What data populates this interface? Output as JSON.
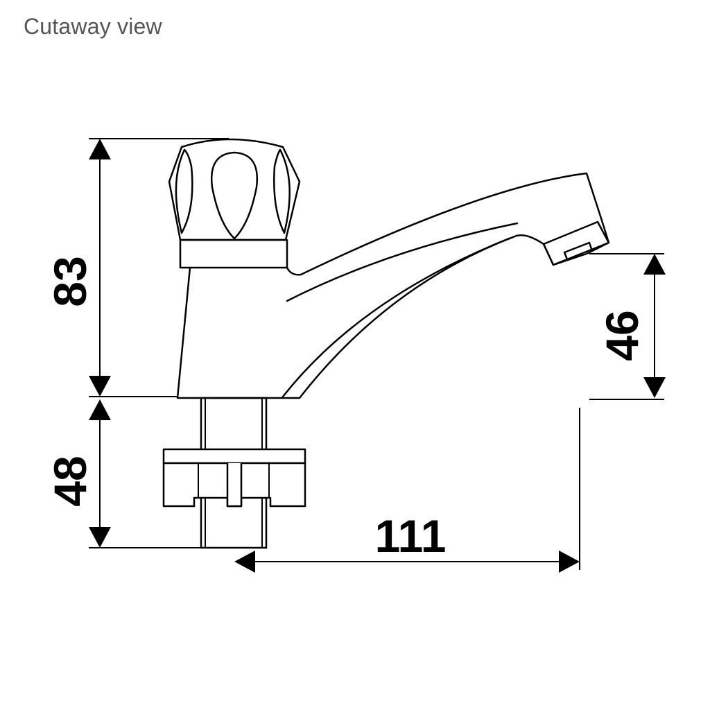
{
  "title": "Cutaway view",
  "dimensions": {
    "body_height": "83",
    "shank_height": "48",
    "spout_height": "46",
    "spout_reach": "111"
  }
}
